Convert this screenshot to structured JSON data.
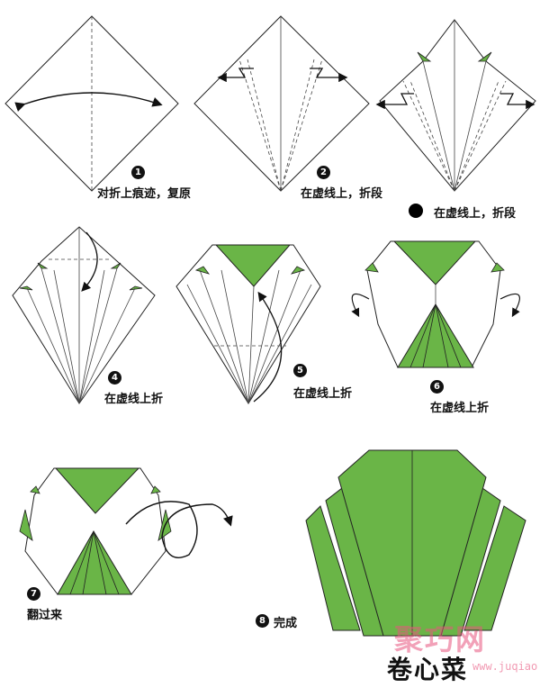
{
  "colors": {
    "green": "#6ab547",
    "stroke": "#222222",
    "fill": "#ffffff",
    "watermark": "#e8567f"
  },
  "steps": [
    {
      "number": "1",
      "caption": "对折上痕迹，复原"
    },
    {
      "number": "2",
      "caption": "在虚线上，折段"
    },
    {
      "number": "",
      "caption": "在虚线上，折段"
    },
    {
      "number": "4",
      "caption": "在虚线上折"
    },
    {
      "number": "5",
      "caption": "在虚线上折"
    },
    {
      "number": "6",
      "caption": "在虚线上折"
    },
    {
      "number": "7",
      "caption": "翻过来"
    },
    {
      "number": "8",
      "caption": "完成"
    }
  ],
  "title": "卷心菜",
  "watermark": {
    "text": "聚巧网",
    "url": "www.juqiao.com"
  }
}
